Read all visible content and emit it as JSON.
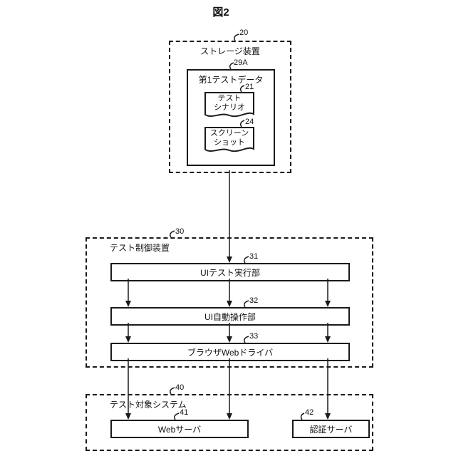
{
  "title": "図2",
  "storage": {
    "ref": "20",
    "label": "ストレージ装置",
    "test_data": {
      "ref": "29A",
      "label": "第1テストデータ",
      "docs": [
        {
          "ref": "21",
          "label": "テスト\nシナリオ"
        },
        {
          "ref": "24",
          "label": "スクリーン\nショット"
        }
      ]
    }
  },
  "controller": {
    "ref": "30",
    "label": "テスト制御装置",
    "units": [
      {
        "ref": "31",
        "label": "UIテスト実行部"
      },
      {
        "ref": "32",
        "label": "UI自動操作部"
      },
      {
        "ref": "33",
        "label": "ブラウザWebドライバ"
      }
    ]
  },
  "target": {
    "ref": "40",
    "label": "テスト対象システム",
    "servers": [
      {
        "ref": "41",
        "label": "Webサーバ"
      },
      {
        "ref": "42",
        "label": "認証サーバ"
      }
    ]
  }
}
